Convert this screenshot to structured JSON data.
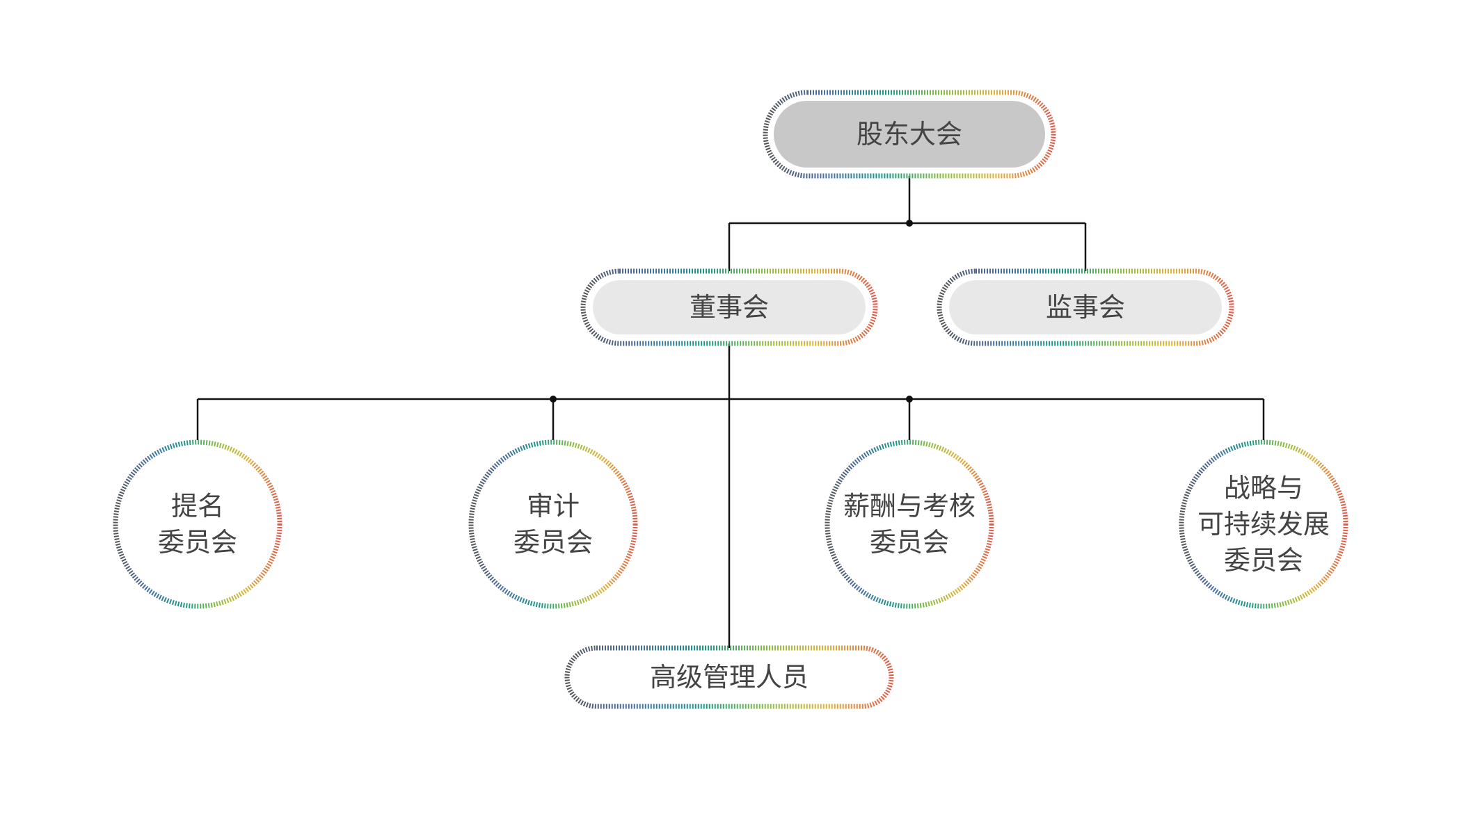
{
  "diagram": {
    "type": "org-chart",
    "colors": {
      "root_fill": "#c8c8c8",
      "board_fill": "#e8e8e8",
      "line": "#111111",
      "text": "#444444",
      "ring_gradient": [
        "#555555",
        "#4a6fa5",
        "#1a9a8a",
        "#8cbf3f",
        "#e0b43a",
        "#e05a4a"
      ]
    },
    "nodes": {
      "shareholders": {
        "lines": [
          "股东大会"
        ]
      },
      "board": {
        "lines": [
          "董事会"
        ]
      },
      "supervisors": {
        "lines": [
          "监事会"
        ]
      },
      "nomination": {
        "lines": [
          "提名",
          "委员会"
        ]
      },
      "audit": {
        "lines": [
          "审计",
          "委员会"
        ]
      },
      "compensation": {
        "lines": [
          "薪酬与考核",
          "委员会"
        ]
      },
      "strategy": {
        "lines": [
          "战略与",
          "可持续发展",
          "委员会"
        ]
      },
      "management": {
        "lines": [
          "高级管理人员"
        ]
      }
    }
  }
}
